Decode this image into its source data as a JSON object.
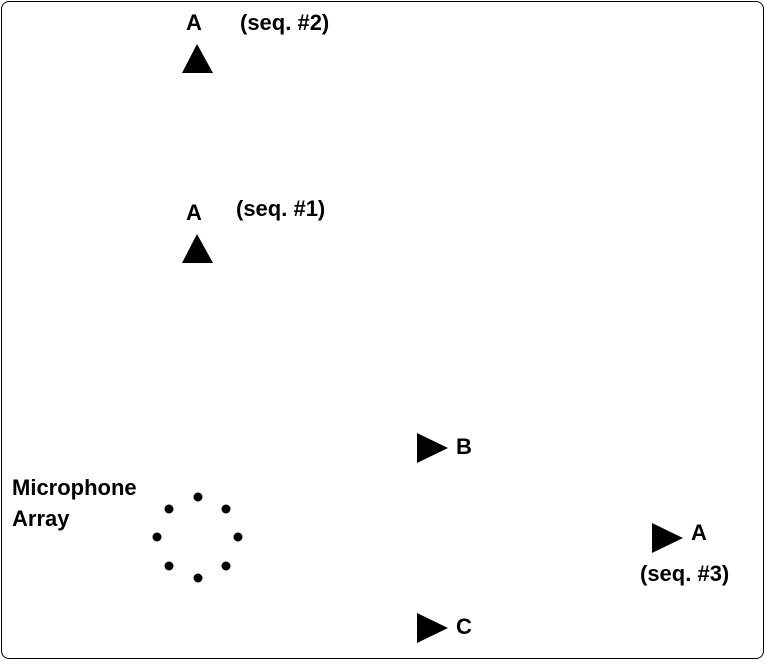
{
  "sources": [
    {
      "id": "A",
      "label": "A",
      "note": "(seq. #2)",
      "direction": "up"
    },
    {
      "id": "A",
      "label": "A",
      "note": "(seq. #1)",
      "direction": "up"
    },
    {
      "id": "B",
      "label": "B",
      "direction": "right"
    },
    {
      "id": "A",
      "label": "A",
      "note": "(seq. #3)",
      "direction": "right"
    },
    {
      "id": "C",
      "label": "C",
      "direction": "right"
    }
  ],
  "microphone_array": {
    "label_line1": "Microphone",
    "label_line2": "Array",
    "mic_count": 8
  },
  "colors": {
    "foreground": "#000000",
    "background": "#ffffff"
  }
}
